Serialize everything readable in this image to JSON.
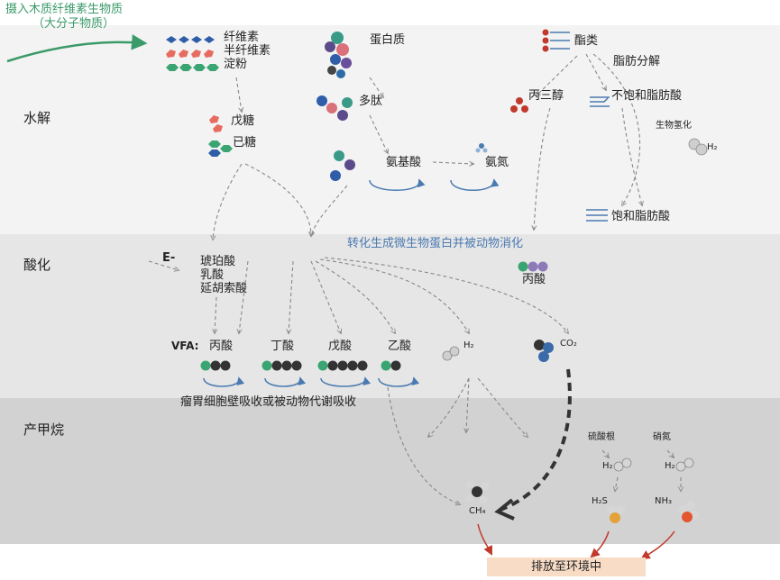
{
  "intake": {
    "line1": "摄入木质纤维素生物质",
    "line2": "（大分子物质）"
  },
  "stages": {
    "hydrolysis": "水解",
    "acidogenesis": "酸化",
    "methanogenesis": "产甲烷"
  },
  "polysaccharides": {
    "cellulose": "纤维素",
    "hemicellulose": "半纤维素",
    "starch": "淀粉"
  },
  "protein_branch": {
    "protein": "蛋白质",
    "peptide": "多肽",
    "amino_acid": "氨基酸",
    "ammonia": "氨氮"
  },
  "lipid_branch": {
    "lipids": "酯类",
    "lipolysis": "脂肪分解",
    "glycerol": "丙三醇",
    "unsaturated_fa": "不饱和脂肪酸",
    "biohydrogenation": "生物氢化",
    "h2_label": "H₂",
    "saturated_fa": "饱和脂肪酸"
  },
  "sugars": {
    "pentose": "戊糖",
    "hexose": "已糖"
  },
  "acidification": {
    "microbial_protein_note": "转化生成微生物蛋白并被动物消化",
    "e_minus": "E-",
    "intermediates": [
      "琥珀酸",
      "乳酸",
      "延胡索酸"
    ],
    "pyruvate": "丙酸"
  },
  "vfa": {
    "prefix": "VFA:",
    "acids": [
      "丙酸",
      "丁酸",
      "戊酸",
      "乙酸"
    ],
    "h2": "H₂",
    "co2": "CO₂",
    "absorption_note": "瘤胃细胞壁吸收或被动物代谢吸收"
  },
  "methanogenesis": {
    "sulfate": "硫酸根",
    "nitrate": "硝氮",
    "h2_left": "H₂",
    "h2_right": "H₂",
    "h2s": "H₂S",
    "nh3": "NH₃",
    "ch4": "CH₄"
  },
  "output": {
    "label": "排放至环境中"
  },
  "colors": {
    "arrow_green": "#3a9a69",
    "arrow_red": "#c0392b",
    "arrow_gray": "#888888",
    "blue_cycle": "#4a7ab0",
    "out_box": "#f8dcc6"
  }
}
